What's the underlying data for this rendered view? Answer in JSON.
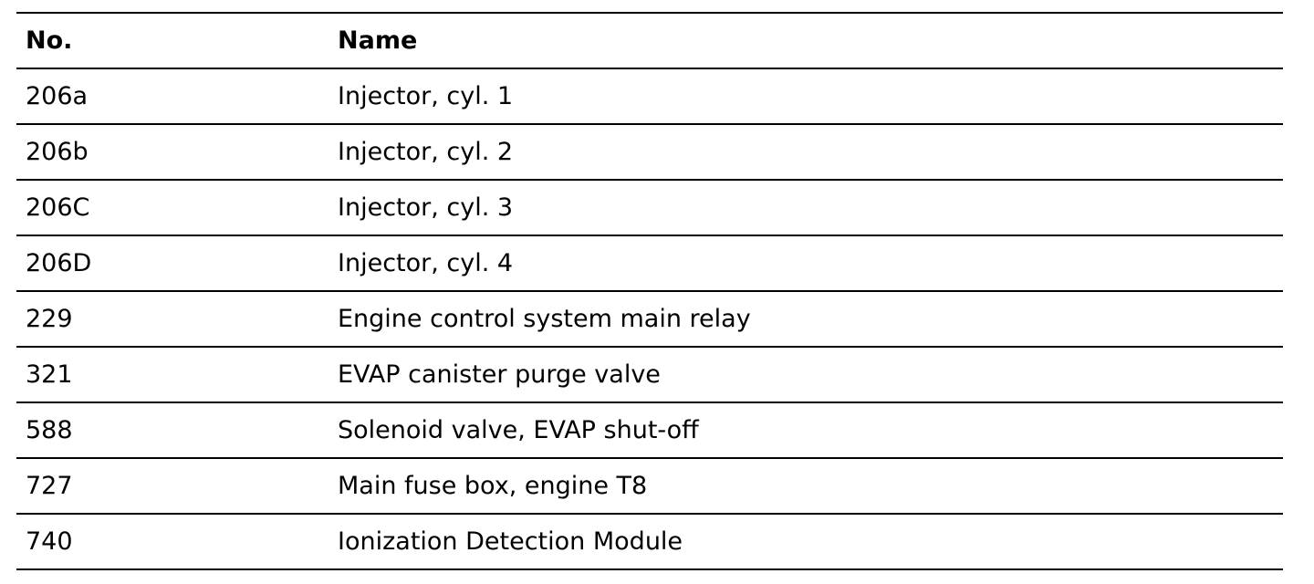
{
  "table": {
    "headers": {
      "no": "No.",
      "name": "Name"
    },
    "rows": [
      {
        "no": "206a",
        "name": "Injector, cyl. 1"
      },
      {
        "no": "206b",
        "name": "Injector, cyl. 2"
      },
      {
        "no": "206C",
        "name": "Injector, cyl. 3"
      },
      {
        "no": "206D",
        "name": "Injector, cyl. 4"
      },
      {
        "no": "229",
        "name": "Engine control system main relay"
      },
      {
        "no": "321",
        "name": "EVAP canister purge valve"
      },
      {
        "no": "588",
        "name": "Solenoid valve, EVAP shut-off"
      },
      {
        "no": "727",
        "name": "Main fuse box, engine T8"
      },
      {
        "no": "740",
        "name": "Ionization Detection Module"
      }
    ]
  }
}
